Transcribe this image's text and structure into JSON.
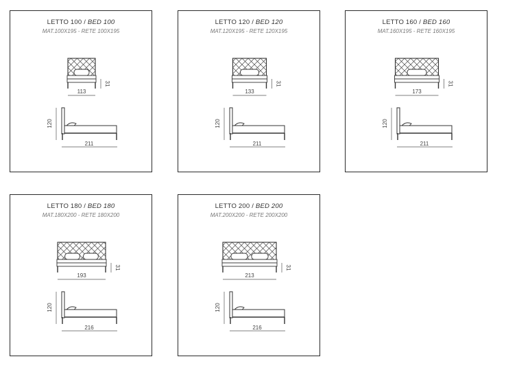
{
  "cards": [
    {
      "title_it": "LETTO 100",
      "title_en": "BED 100",
      "spec": "MAT.100X195 - RETE 100X195",
      "front_width": "113",
      "front_height": "31",
      "side_height": "120",
      "side_length": "211"
    },
    {
      "title_it": "LETTO 120",
      "title_en": "BED 120",
      "spec": "MAT.120X195 - RETE 120X195",
      "front_width": "133",
      "front_height": "31",
      "side_height": "120",
      "side_length": "211"
    },
    {
      "title_it": "LETTO 160",
      "title_en": "BED 160",
      "spec": "MAT.160X195 - RETE 160X195",
      "front_width": "173",
      "front_height": "31",
      "side_height": "120",
      "side_length": "211"
    },
    {
      "title_it": "LETTO 180",
      "title_en": "BED 180",
      "spec": "MAT.180X200 - RETE 180X200",
      "front_width": "193",
      "front_height": "31",
      "side_height": "120",
      "side_length": "216"
    },
    {
      "title_it": "LETTO 200",
      "title_en": "BED 200",
      "spec": "MAT.200X200 - RETE 200X200",
      "front_width": "213",
      "front_height": "31",
      "side_height": "120",
      "side_length": "216"
    }
  ]
}
